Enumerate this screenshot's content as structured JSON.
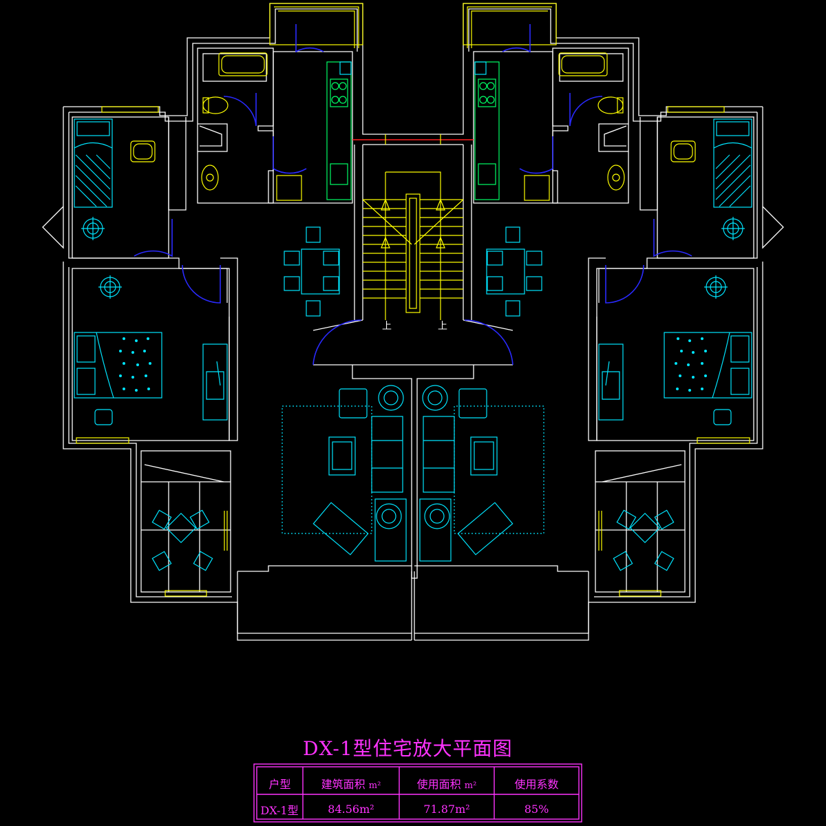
{
  "drawing": {
    "title": "DX-1型住宅放大平面图",
    "table": {
      "headers": [
        "户型",
        "建筑面积",
        "使用面积",
        "使用系数"
      ],
      "unit": "m²",
      "row": [
        "DX-1型",
        "84.56m²",
        "71.87m²",
        "85%"
      ]
    },
    "stair_labels": [
      "上",
      "上"
    ]
  },
  "colors": {
    "walls": "#ffffff",
    "furniture": "#00e5ff",
    "fixtures": "#ffff00",
    "doors": "#2a2aff",
    "kitchen": "#00ff66",
    "annotation": "#ff33ff",
    "section_line": "#ff2020"
  }
}
